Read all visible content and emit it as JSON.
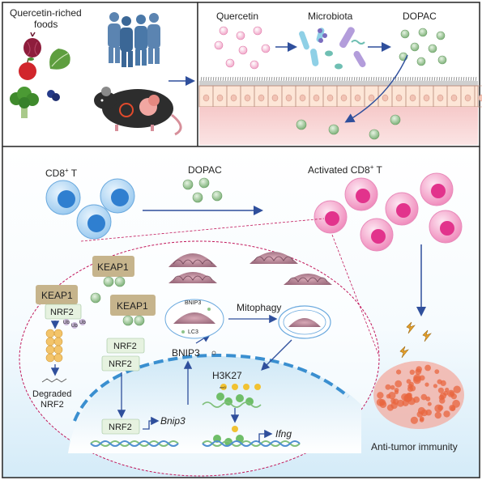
{
  "top_left": {
    "foods_label_line1": "Quercetin-riched",
    "foods_label_line2": "foods"
  },
  "top_right": {
    "quercetin": "Quercetin",
    "microbiota": "Microbiota",
    "dopac": "DOPAC"
  },
  "bottom": {
    "cd8_t": "CD8",
    "cd8_sup": "+",
    "cd8_t_suffix": " T",
    "dopac": "DOPAC",
    "activated_prefix": "Activated CD8",
    "activated_sup": "+",
    "activated_suffix": " T",
    "keap1_a": "KEAP1",
    "keap1_b": "KEAP1",
    "keap1_c": "KEAP1",
    "nrf2_a": "NRF2",
    "nrf2_b": "NRF2",
    "nrf2_c": "NRF2",
    "nrf2_d": "NRF2",
    "ub1": "Ub",
    "ub2": "Ub",
    "ub3": "Ub",
    "degraded_line1": "Degraded",
    "degraded_line2": "NRF2",
    "bnip3_small": "BNIP3",
    "lc3": "LC3",
    "bnip3": "BNIP3",
    "mitophagy": "Mitophagy",
    "h3k27": "H3K27",
    "me3": "me3",
    "bnip3_gene": "Bnip3",
    "ifng_gene": "Ifng",
    "anti_tumor": "Anti-tumor immunity"
  },
  "colors": {
    "panel_border": "#333333",
    "arrow_blue": "#2f4f9c",
    "quercetin_pink": "#f29ac4",
    "dopac_green": "#8fbf8a",
    "keap1_tan": "#c6b48c",
    "cd8_blue": "#2f7fd0",
    "activated_pink": "#e2338c",
    "nucleus_blue": "#bfe0f3",
    "dashed_magenta": "#c2185b"
  }
}
